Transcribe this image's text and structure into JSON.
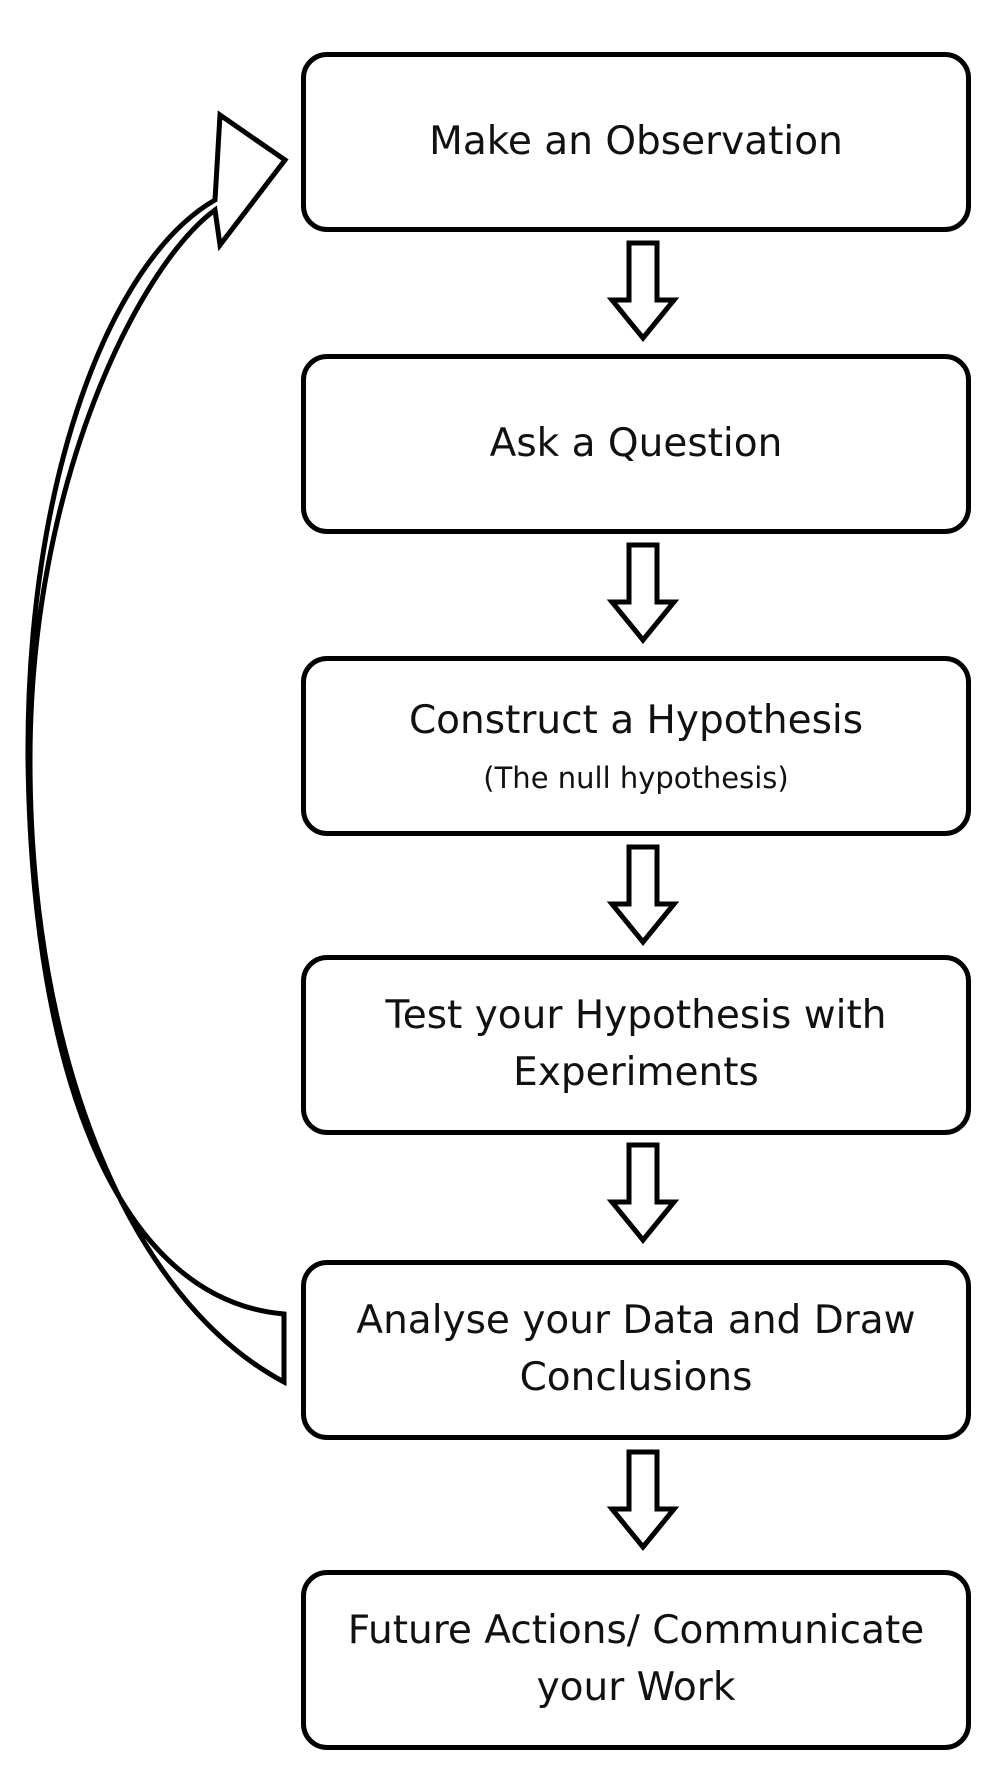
{
  "steps": [
    {
      "lines": [
        "Make an Observation"
      ]
    },
    {
      "lines": [
        "Ask a Question"
      ]
    },
    {
      "lines": [
        "Construct a Hypothesis"
      ],
      "subtitle": "(The null hypothesis)"
    },
    {
      "lines": [
        "Test your Hypothesis with",
        "Experiments"
      ]
    },
    {
      "lines": [
        "Analyse your Data and Draw",
        "Conclusions"
      ]
    },
    {
      "lines": [
        "Future Actions/ Communicate",
        "your Work"
      ]
    }
  ],
  "colors": {
    "stroke": "#000000",
    "fill": "#ffffff",
    "text": "#111111"
  }
}
